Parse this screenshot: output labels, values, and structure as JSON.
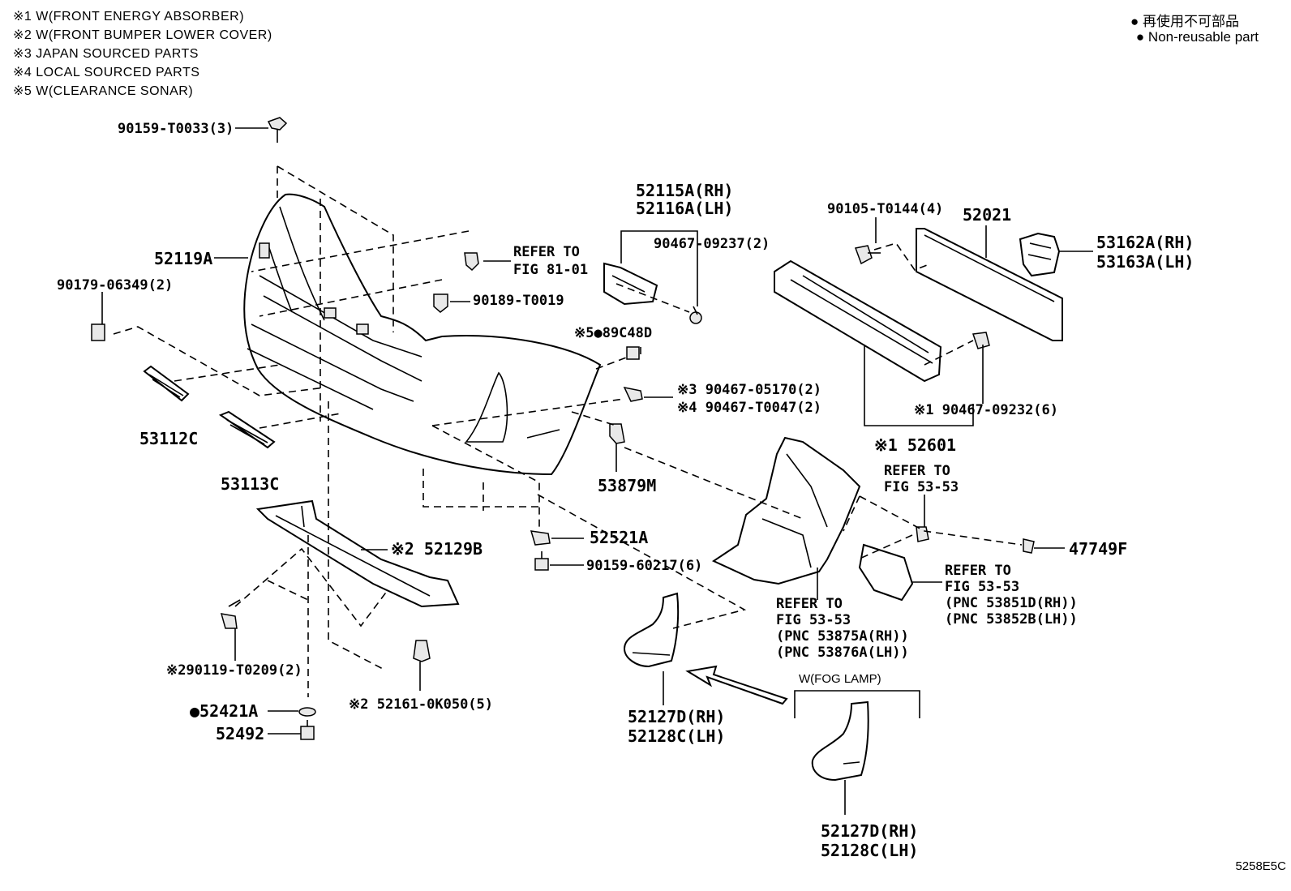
{
  "notes": [
    "※1 W(FRONT ENERGY ABSORBER)",
    "※2 W(FRONT BUMPER LOWER COVER)",
    "※3 JAPAN SOURCED PARTS",
    "※4 LOCAL SOURCED PARTS",
    "※5 W(CLEARANCE SONAR)"
  ],
  "legend": {
    "jp": "● 再使用不可部品",
    "en": "● Non-reusable part"
  },
  "labels": {
    "p90159_t0033": "90159-T0033(3)",
    "p52119a": "52119A",
    "p90179_06349": "90179-06349(2)",
    "p53112c": "53112C",
    "p53113c": "53113C",
    "refer_81_01_a": "REFER TO",
    "refer_81_01_b": "FIG 81-01",
    "p90189_t0019": "90189-T0019",
    "p52115a": "52115A(RH)",
    "p52116a": "52116A(LH)",
    "p90467_09237": "90467-09237(2)",
    "p89c48d": "※5●89C48D",
    "p90467_05170": "※3 90467-05170(2)",
    "p90467_t0047": "※4 90467-T0047(2)",
    "p53879m": "53879M",
    "p52521a": "52521A",
    "p90159_60217": "90159-60217(6)",
    "p52129b": "※2 52129B",
    "p90119_t0209": "※290119-T0209(2)",
    "p52161": "※2 52161-0K050(5)",
    "p52421a": "●52421A",
    "p52492": "52492",
    "p90105_t0144": "90105-T0144(4)",
    "p52021": "52021",
    "p53162a": "53162A(RH)",
    "p53163a": "53163A(LH)",
    "p90467_09232": "※1 90467-09232(6)",
    "p52601": "※1 52601",
    "refer_53_53_a1": "REFER TO",
    "refer_53_53_a2": "FIG 53-53",
    "p47749f": "47749F",
    "refer_c1": "REFER TO",
    "refer_c2": "FIG 53-53",
    "refer_c3": "(PNC 53851D(RH))",
    "refer_c4": "(PNC 53852B(LH))",
    "refer_d1": "REFER TO",
    "refer_d2": "FIG 53-53",
    "refer_d3": "(PNC 53875A(RH))",
    "refer_d4": "(PNC 53876A(LH))",
    "p52127d_a": "52127D(RH)",
    "p52128c_a": "52128C(LH)",
    "fog_lamp": "W(FOG LAMP)",
    "p52127d_b": "52127D(RH)",
    "p52128c_b": "52128C(LH)"
  },
  "figure_code": "5258E5C"
}
